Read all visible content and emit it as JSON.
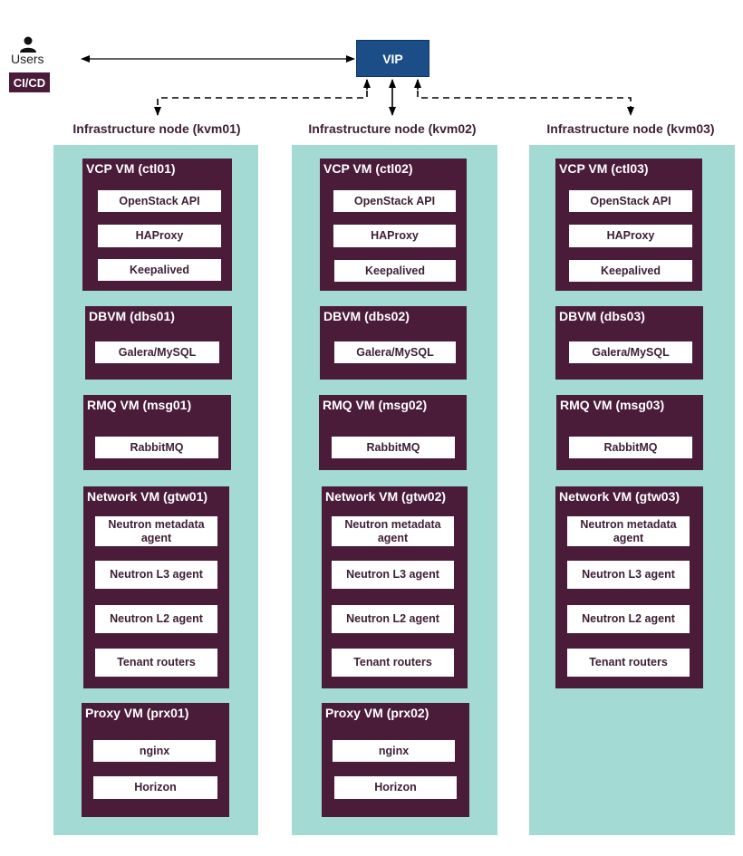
{
  "users": {
    "label": "Users",
    "cicd": "CI/CD"
  },
  "vip": {
    "label": "VIP"
  },
  "colors": {
    "node_panel": "#a3dad4",
    "vm_box": "#4a1c3a",
    "vip_box": "#1b4e86",
    "title_text": "#3e1f36"
  },
  "nodes": [
    {
      "title": "Infrastructure node (kvm01)",
      "vms": [
        {
          "title": "VCP VM (ctl01)",
          "services": [
            "OpenStack API",
            "HAProxy",
            "Keepalived"
          ]
        },
        {
          "title": "DBVM (dbs01)",
          "services": [
            "Galera/MySQL"
          ]
        },
        {
          "title": "RMQ VM (msg01)",
          "services": [
            "RabbitMQ"
          ]
        },
        {
          "title": "Network VM (gtw01)",
          "services": [
            "Neutron metadata agent",
            "Neutron L3 agent",
            "Neutron L2 agent",
            "Tenant routers"
          ]
        },
        {
          "title": "Proxy VM (prx01)",
          "services": [
            "nginx",
            "Horizon"
          ]
        }
      ]
    },
    {
      "title": "Infrastructure node (kvm02)",
      "vms": [
        {
          "title": "VCP VM (ctl02)",
          "services": [
            "OpenStack API",
            "HAProxy",
            "Keepalived"
          ]
        },
        {
          "title": "DBVM (dbs02)",
          "services": [
            "Galera/MySQL"
          ]
        },
        {
          "title": "RMQ VM (msg02)",
          "services": [
            "RabbitMQ"
          ]
        },
        {
          "title": "Network VM (gtw02)",
          "services": [
            "Neutron metadata agent",
            "Neutron L3 agent",
            "Neutron L2 agent",
            "Tenant routers"
          ]
        },
        {
          "title": "Proxy VM (prx02)",
          "services": [
            "nginx",
            "Horizon"
          ]
        }
      ]
    },
    {
      "title": "Infrastructure node (kvm03)",
      "vms": [
        {
          "title": "VCP VM (ctl03)",
          "services": [
            "OpenStack API",
            "HAProxy",
            "Keepalived"
          ]
        },
        {
          "title": "DBVM (dbs03)",
          "services": [
            "Galera/MySQL"
          ]
        },
        {
          "title": "RMQ VM (msg03)",
          "services": [
            "RabbitMQ"
          ]
        },
        {
          "title": "Network VM (gtw03)",
          "services": [
            "Neutron metadata agent",
            "Neutron L3 agent",
            "Neutron L2 agent",
            "Tenant routers"
          ]
        }
      ]
    }
  ]
}
